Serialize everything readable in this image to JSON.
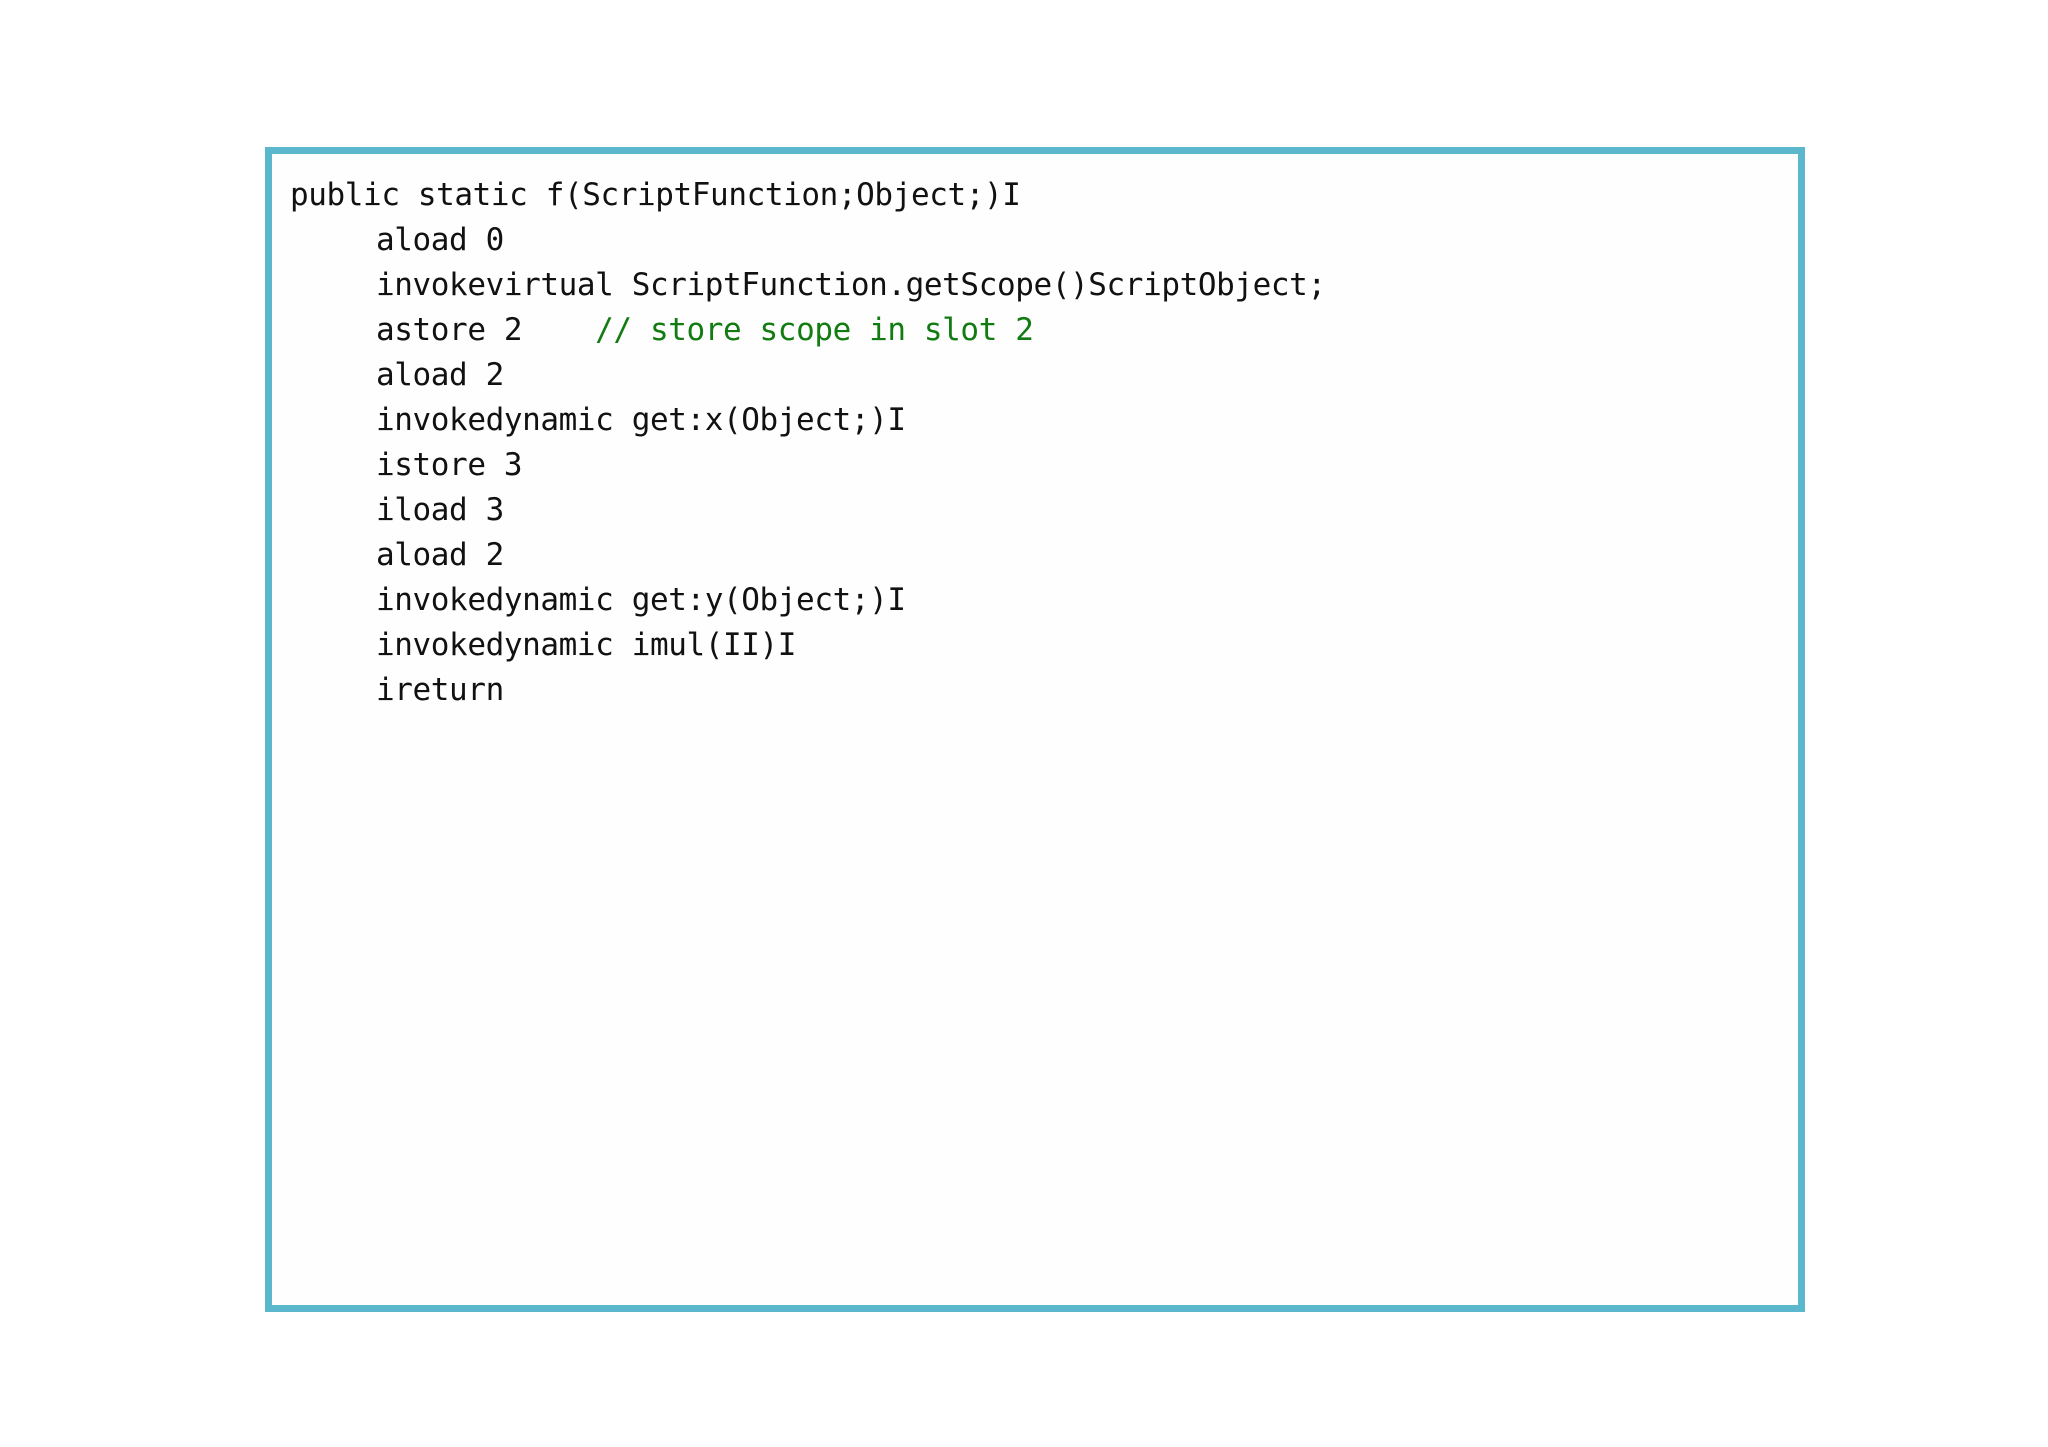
{
  "panel": {
    "border_color": "#5bb7cb",
    "background_color": "#fefefe",
    "comment_color": "#127c12",
    "code_color": "#111111"
  },
  "code": {
    "language": "jvm-bytecode",
    "lines": [
      {
        "indent": 0,
        "code": "public static f(ScriptFunction;Object;)I",
        "comment": ""
      },
      {
        "indent": 1,
        "code": "aload 0",
        "comment": ""
      },
      {
        "indent": 1,
        "code": "invokevirtual ScriptFunction.getScope()ScriptObject;",
        "comment": ""
      },
      {
        "indent": 1,
        "code": "astore 2",
        "comment": "    // store scope in slot 2"
      },
      {
        "indent": 1,
        "code": "aload 2",
        "comment": ""
      },
      {
        "indent": 1,
        "code": "invokedynamic get:x(Object;)I",
        "comment": ""
      },
      {
        "indent": 1,
        "code": "istore 3",
        "comment": ""
      },
      {
        "indent": 1,
        "code": "iload 3",
        "comment": ""
      },
      {
        "indent": 1,
        "code": "aload 2",
        "comment": ""
      },
      {
        "indent": 1,
        "code": "invokedynamic get:y(Object;)I",
        "comment": ""
      },
      {
        "indent": 1,
        "code": "invokedynamic imul(II)I",
        "comment": ""
      },
      {
        "indent": 1,
        "code": "ireturn",
        "comment": ""
      }
    ]
  }
}
